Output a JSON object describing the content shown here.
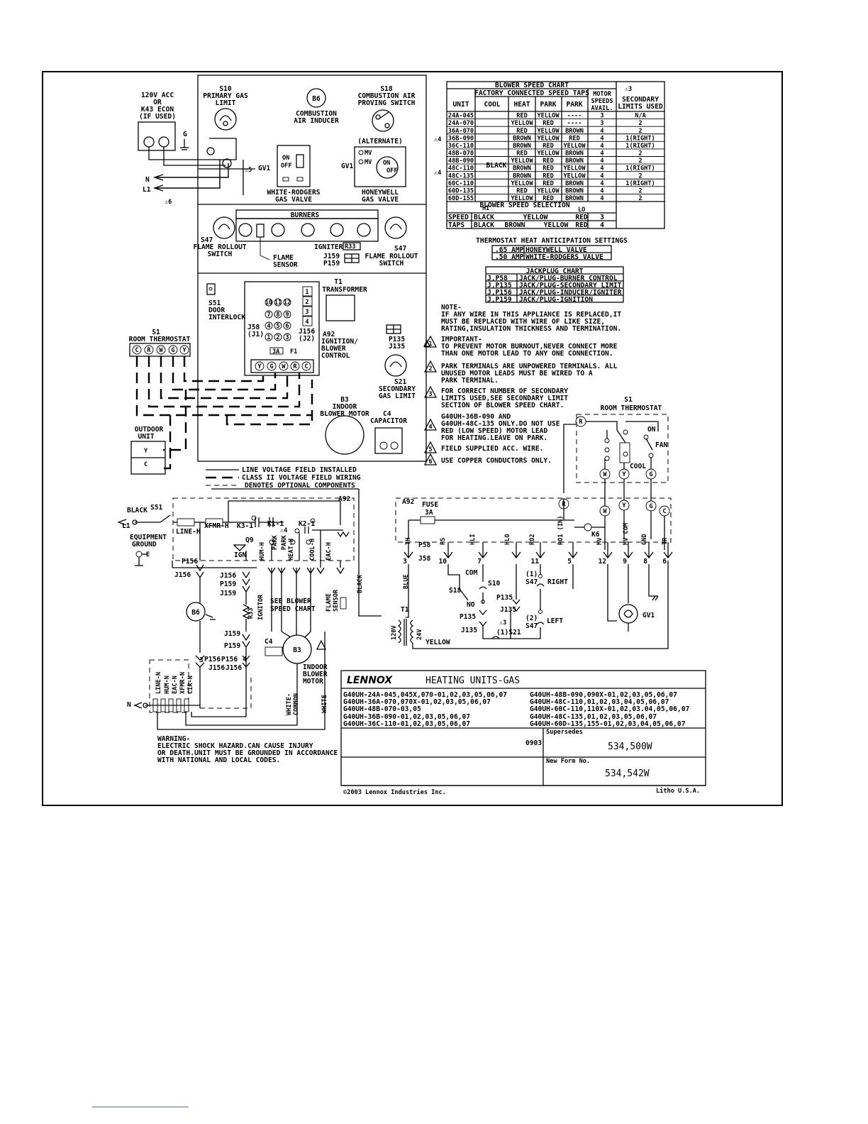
{
  "page": {
    "footer_rule": true
  },
  "top": {
    "acc_label": [
      "120V ACC",
      "OR",
      "K43 ECON",
      "(IF USED)"
    ],
    "s10": [
      "S10",
      "PRIMARY GAS",
      "LIMIT"
    ],
    "b6": "B6",
    "b6_label": [
      "COMBUSTION",
      "AIR INDUCER"
    ],
    "s18": [
      "S18",
      "COMBUSTION AIR",
      "PROVING SWITCH"
    ],
    "alternate": "(ALTERNATE)",
    "gv1": "GV1",
    "valve_on": "ON",
    "valve_off": "OFF",
    "wr_valve": [
      "WHITE-RODGERS",
      "GAS VALVE"
    ],
    "hw_valve": [
      "HONEYWELL",
      "GAS VALVE"
    ],
    "mv": "MV",
    "g": "G",
    "n": "N",
    "l1": "L1",
    "burners": "BURNERS",
    "s47": "S47",
    "rollout": [
      "FLAME ROLLOUT",
      "SWITCH"
    ],
    "flame_sensor": [
      "FLAME",
      "SENSOR"
    ],
    "igniter": "IGNITER",
    "r33": "R33",
    "j159": "J159",
    "p159": "P159",
    "s51": [
      "S51",
      "DOOR",
      "INTERLOCK"
    ],
    "t1": [
      "T1",
      "TRANSFORMER"
    ],
    "j58": [
      "J58",
      "(J1)"
    ],
    "j156": [
      "J156",
      "(J2)"
    ],
    "a92": [
      "A92",
      "IGNITION/",
      "BLOWER",
      "CONTROL"
    ],
    "fuse_3a": "3A",
    "f1": "F1",
    "pins": [
      "10",
      "11",
      "12",
      "7",
      "8",
      "9",
      "4",
      "5",
      "6",
      "1",
      "2",
      "3"
    ],
    "jplug": [
      "1",
      "2",
      "3",
      "4"
    ],
    "tstat_title": [
      "S1",
      "ROOM THERMOSTAT"
    ],
    "tstat_terms": [
      "C",
      "R",
      "W",
      "G",
      "Y"
    ],
    "board_terms": [
      "Y",
      "G",
      "W",
      "R",
      "C"
    ],
    "p135": [
      "P135",
      "J135"
    ],
    "s21": [
      "S21",
      "SECONDARY",
      "GAS LIMIT"
    ],
    "b3": [
      "B3",
      "INDOOR",
      "BLOWER MOTOR"
    ],
    "c4": [
      "C4",
      "CAPACITOR"
    ],
    "outdoor": [
      "OUTDOOR",
      "UNIT"
    ],
    "outdoor_terms": [
      "Y",
      "C"
    ],
    "legend": [
      "LINE VOLTAGE FIELD INSTALLED",
      "CLASS II VOLTAGE FIELD WIRING",
      "DENOTES OPTIONAL COMPONENTS"
    ]
  },
  "blower_chart": {
    "title": "BLOWER SPEED CHART",
    "factory_header": "FACTORY CONNECTED SPEED TAPS",
    "headers": [
      "UNIT",
      "COOL",
      "HEAT",
      "PARK",
      "PARK",
      "MOTOR SPEEDS AVAIL.",
      "SECONDARY LIMITS USED"
    ],
    "motor_header": [
      "MOTOR",
      "SPEEDS",
      "AVAIL."
    ],
    "secondary_header": [
      "SECONDARY",
      "LIMITS USED"
    ],
    "cool_common": "BLACK",
    "rows": [
      [
        "24A-045",
        "RED",
        "YELLOW",
        "----",
        "3",
        "N/A"
      ],
      [
        "24A-070",
        "YELLOW",
        "RED",
        "----",
        "3",
        "2"
      ],
      [
        "36A-070",
        "RED",
        "YELLOW",
        "BROWN",
        "4",
        "2"
      ],
      [
        "36B-090",
        "BROWN",
        "YELLOW",
        "RED",
        "4",
        "1(RIGHT)"
      ],
      [
        "36C-110",
        "BROWN",
        "RED",
        "YELLOW",
        "4",
        "1(RIGHT)"
      ],
      [
        "48B-070",
        "RED",
        "YELLOW",
        "BROWN",
        "4",
        "2"
      ],
      [
        "48B-090",
        "YELLOW",
        "RED",
        "BROWN",
        "4",
        "2"
      ],
      [
        "48C-110",
        "BROWN",
        "RED",
        "YELLOW",
        "4",
        "1(RIGHT)"
      ],
      [
        "48C-135",
        "BROWN",
        "RED",
        "YELLOW",
        "4",
        "2"
      ],
      [
        "60C-110",
        "YELLOW",
        "RED",
        "BROWN",
        "4",
        "1(RIGHT)"
      ],
      [
        "60D-135",
        "RED",
        "YELLOW",
        "BROWN",
        "4",
        "2"
      ],
      [
        "60D-155",
        "YELLOW",
        "RED",
        "BROWN",
        "4",
        "2"
      ]
    ],
    "selection_title": "BLOWER SPEED SELECTION",
    "hi": "HI",
    "lo": "LO",
    "speed_taps_label": [
      "SPEED",
      "TAPS"
    ],
    "speed_row1": [
      "BLACK",
      "YELLOW",
      "RED",
      "3"
    ],
    "speed_row2": [
      "BLACK",
      "BROWN",
      "YELLOW",
      "RED",
      "4"
    ]
  },
  "anticipation": {
    "title": "THERMOSTAT HEAT ANTICIPATION SETTINGS",
    "rows": [
      [
        ".65 AMP",
        "HONEYWELL VALVE"
      ],
      [
        ".50 AMP",
        "WHITE-RODGERS VALVE"
      ]
    ]
  },
  "jackplug": {
    "title": "JACKPLUG CHART",
    "rows": [
      [
        "J,P58",
        "JACK/PLUG-BURNER CONTROL"
      ],
      [
        "J,P135",
        "JACK/PLUG-SECONDARY LIMIT"
      ],
      [
        "J,P156",
        "JACK/PLUG-INDUCER/IGNITER"
      ],
      [
        "J,P159",
        "JACK/PLUG-IGNITION"
      ]
    ]
  },
  "notes": {
    "note": [
      "NOTE-",
      "IF ANY WIRE IN THIS APPLIANCE IS REPLACED,IT",
      "MUST BE REPLACED WITH WIRE OF LIKE SIZE,",
      "RATING,INSULATION THICKNESS AND TERMINATION."
    ],
    "n1": [
      "IMPORTANT-",
      "TO PREVENT MOTOR BURNOUT,NEVER CONNECT MORE",
      "THAN ONE MOTOR LEAD TO ANY ONE CONNECTION."
    ],
    "n2": [
      "PARK TERMINALS ARE UNPOWERED TERMINALS. ALL",
      "UNUSED MOTOR LEADS MUST BE WIRED TO A",
      "PARK TERMINAL."
    ],
    "n3": [
      "FOR CORRECT NUMBER OF SECONDARY",
      "LIMITS USED,SEE SECONDARY LIMIT",
      "SECTION OF BLOWER SPEED CHART."
    ],
    "n4": [
      "G40UH-36B-090 AND",
      "G40UH-48C-135 ONLY.DO NOT USE",
      "RED (LOW SPEED) MOTOR LEAD",
      "FOR HEATING.LEAVE ON PARK."
    ],
    "n5": [
      "FIELD SUPPLIED ACC. WIRE."
    ],
    "n6": [
      "USE COPPER CONDUCTORS ONLY."
    ],
    "nums": [
      "1",
      "2",
      "3",
      "4",
      "5",
      "6"
    ]
  },
  "s1_right": {
    "title": [
      "S1",
      "ROOM THERMOSTAT"
    ],
    "on": "ON",
    "fan": "FAN",
    "cool": "COOL",
    "terms": [
      "R",
      "W",
      "Y",
      "G"
    ]
  },
  "ladder": {
    "black": "BLACK",
    "s51": "S51",
    "l1": "L1",
    "line_h": "LINE-H",
    "xfmr_h": "XFMR-H",
    "k3": "K3-1",
    "k1": "K1-1",
    "k2": "K2-1",
    "a92": "A92",
    "q9": "Q9",
    "ign": "IGN",
    "col_labels": [
      "HUM-H",
      "PARK",
      "PARK",
      "HEAT-H",
      "COOL-H",
      "EAC-H"
    ],
    "equip": [
      "EQUIPMENT",
      "GROUND"
    ],
    "p156": "P156",
    "j156": "J156",
    "j159": "J159",
    "p159": "P159",
    "r33": "R33",
    "ignitor": "IGNITOR",
    "see_chart": [
      "SEE BLOWER",
      "SPEED CHART"
    ],
    "flame_sensor": [
      "FLAME",
      "SENSOR"
    ],
    "black_v": "BLACK",
    "b6": "B6",
    "c4": "C4",
    "b3": "B3",
    "indoor": [
      "INDOOR",
      "BLOWER",
      "MOTOR"
    ],
    "pin3": "3",
    "pin4": "4",
    "pin1": "1",
    "pin2": "2",
    "n_bus": [
      "LINE-N",
      "HUM-N",
      "EAC-N",
      "XFMR-N",
      "CIR-N"
    ],
    "n": "N",
    "white_common": [
      "WHITE-",
      "COMMON"
    ],
    "white": "WHITE"
  },
  "control": {
    "a92": "A92",
    "fuse": [
      "FUSE",
      "3A"
    ],
    "term_labels": [
      "TH",
      "PS",
      "HLI",
      "HLO",
      "RO2",
      "RO1 (IN)",
      "MV",
      "MV COM",
      "GND",
      "TR"
    ],
    "term_nums": [
      "3",
      "10",
      "7",
      "11",
      "5",
      "12",
      "9",
      "8",
      "6"
    ],
    "p58": "P58",
    "j58": "J58",
    "k6": "K6",
    "t1": "T1",
    "v120": "120V",
    "v24": "24V",
    "blue": "BLUE",
    "yellow": "YELLOW",
    "com": "COM",
    "no": "NO",
    "s18": "S18",
    "s10": "S10",
    "p135": "P135",
    "j135": "J135",
    "s21": "(1)S21",
    "s47a": [
      "(1)",
      "S47"
    ],
    "s47b": [
      "(2)",
      "S47"
    ],
    "right": "RIGHT",
    "left": "LEFT",
    "gv1": "GV1",
    "rwyg": [
      "R",
      "W",
      "Y",
      "G",
      "C"
    ]
  },
  "title_block": {
    "logo": "LENNOX",
    "title": "HEATING UNITS-GAS",
    "models_left": [
      "G40UH-24A-045,045X,070-01,02,03,05,06,07",
      "G40UH-36A-070,070X-01,02,03,05,06,07",
      "G40UH-48B-070-03,05",
      "G40UH-36B-090-01,02,03,05,06,07",
      "G40UH-36C-110-01,02,03,05,06,07"
    ],
    "models_right": [
      "G40UH-48B-090,090X-01,02,03,05,06,07",
      "G40UH-48C-110,01,02,03,04,05,06,07",
      "G40UH-60C-110,110X-01,02,03.04,05,06,07",
      "G40UH-48C-135,01,02,03,05,06,07",
      "G40UH-60D-135,155-01,02,03,04,05,06,07"
    ],
    "date": "0903",
    "supersedes_label": "Supersedes",
    "supersedes": "534,500W",
    "new_form_label": "New Form No.",
    "new_form": "534,542W",
    "copyright": "©2003 Lennox Industries Inc.",
    "litho": "Litho U.S.A."
  },
  "warning": [
    "WARNING-",
    "ELECTRIC SHOCK HAZARD.CAN CAUSE INJURY",
    "OR DEATH.UNIT MUST BE GROUNDED IN ACCORDANCE",
    "WITH NATIONAL AND LOCAL CODES."
  ]
}
